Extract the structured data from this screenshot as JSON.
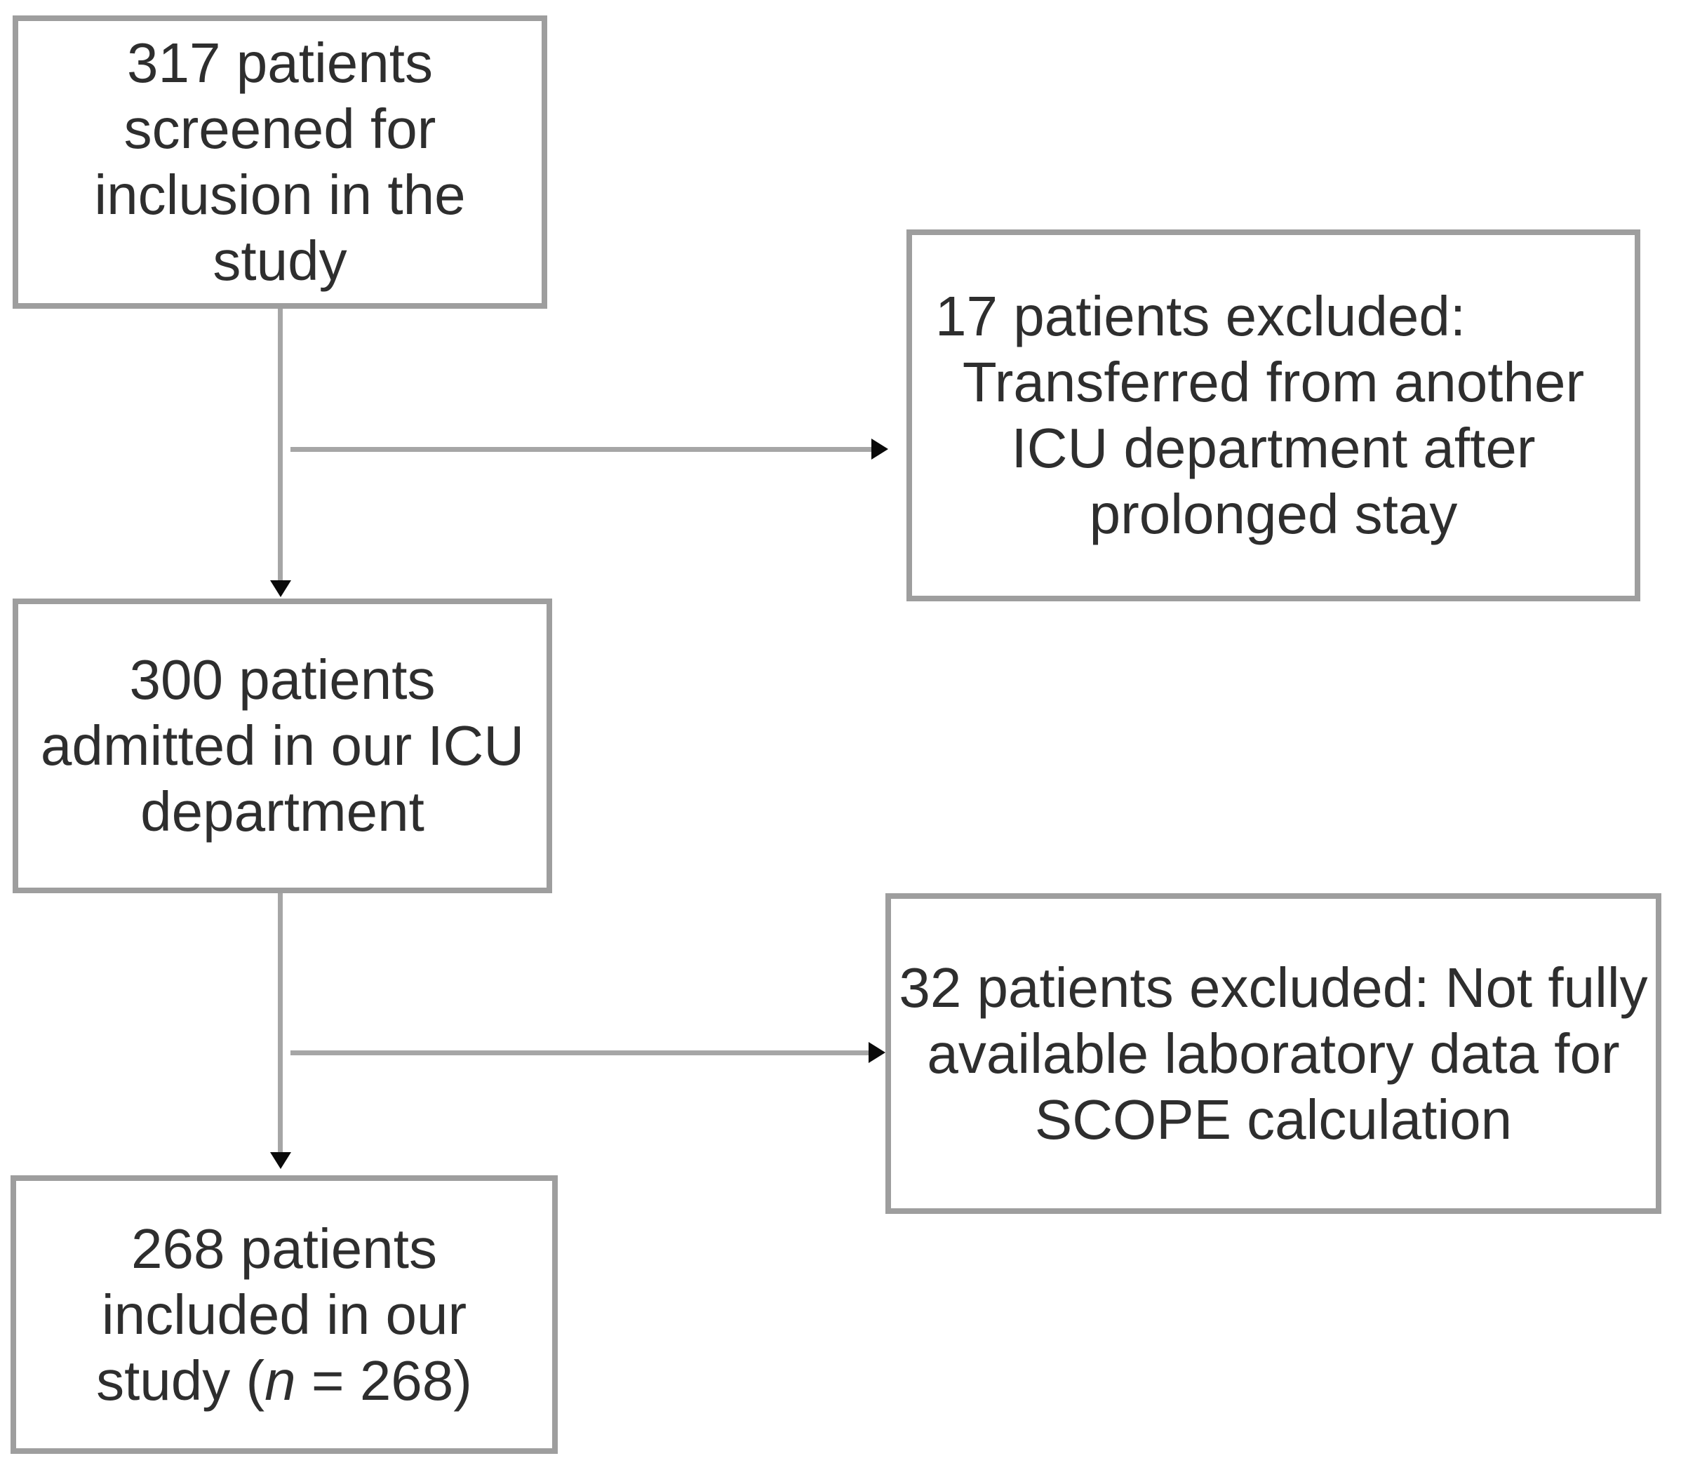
{
  "figure": {
    "type": "flow-diagram",
    "description": "Patient screening and inclusion flowchart for an ICU study"
  },
  "style": {
    "background_color": "#ffffff",
    "box_border_color": "#9e9e9e",
    "connector_color": "#a6a6a6",
    "arrowhead_color": "#0a0a0a",
    "text_color": "#2e2e2e"
  },
  "boxes": {
    "screened": {
      "lines": [
        "317 patients",
        "screened for",
        "inclusion in the",
        "study"
      ]
    },
    "excluded1": {
      "lines": [
        "17 patients excluded:",
        "Transferred from another",
        "ICU department after",
        "prolonged stay"
      ]
    },
    "admitted": {
      "lines": [
        "300 patients",
        "admitted in our ICU",
        "department"
      ]
    },
    "excluded2": {
      "lines": [
        "32 patients excluded: Not fully",
        "available laboratory data for",
        "SCOPE calculation"
      ]
    },
    "included": {
      "line1": "268 patients",
      "line2": "included in our",
      "line3_pre": "study (",
      "line3_n": "n",
      "line3_post": " = 268)"
    }
  }
}
